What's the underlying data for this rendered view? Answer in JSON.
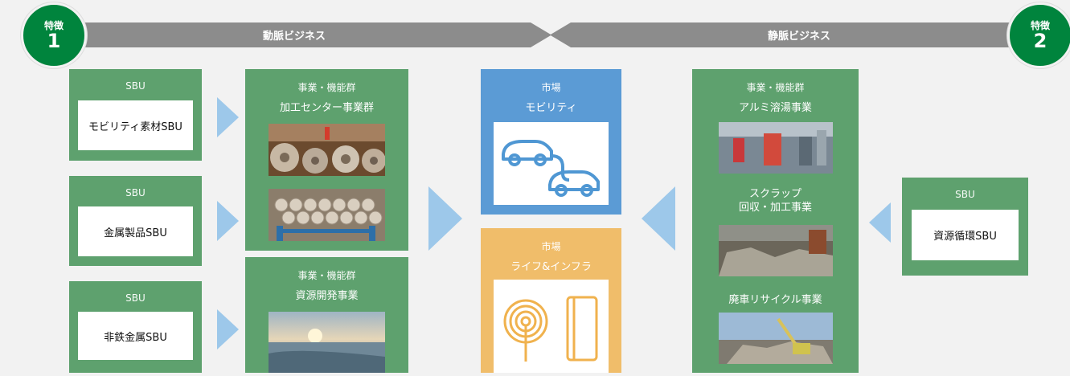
{
  "badges": {
    "left": {
      "label": "特徴",
      "number": "1"
    },
    "right": {
      "label": "特徴",
      "number": "2"
    }
  },
  "banner": {
    "left_title": "動脈ビジネス",
    "right_title": "静脈ビジネス"
  },
  "sbu_left": [
    {
      "caption": "SBU",
      "name": "モビリティ素材SBU"
    },
    {
      "caption": "SBU",
      "name": "金属製品SBU"
    },
    {
      "caption": "SBU",
      "name": "非鉄金属SBU"
    }
  ],
  "business_left": [
    {
      "caption": "事業・機能群",
      "title": "加工センター事業群"
    },
    {
      "caption": "事業・機能群",
      "title": "資源開発事業"
    }
  ],
  "markets": [
    {
      "caption": "市場",
      "title": "モビリティ",
      "color": "#5b9bd5"
    },
    {
      "caption": "市場",
      "title": "ライフ&インフラ",
      "color": "#f0bd6a"
    }
  ],
  "business_right": {
    "caption": "事業・機能群",
    "items": [
      "アルミ溶湯事業",
      "スクラップ\n回収・加工事業",
      "廃車リサイクル事業"
    ]
  },
  "sbu_right": {
    "caption": "SBU",
    "name": "資源循環SBU"
  },
  "colors": {
    "green_box": "#5ea16e",
    "badge_green": "#00843d",
    "banner_gray": "#8c8c8c",
    "arrow_blue": "#9dc8ea",
    "market_blue": "#5b9bd5",
    "market_orange": "#f0bd6a"
  }
}
